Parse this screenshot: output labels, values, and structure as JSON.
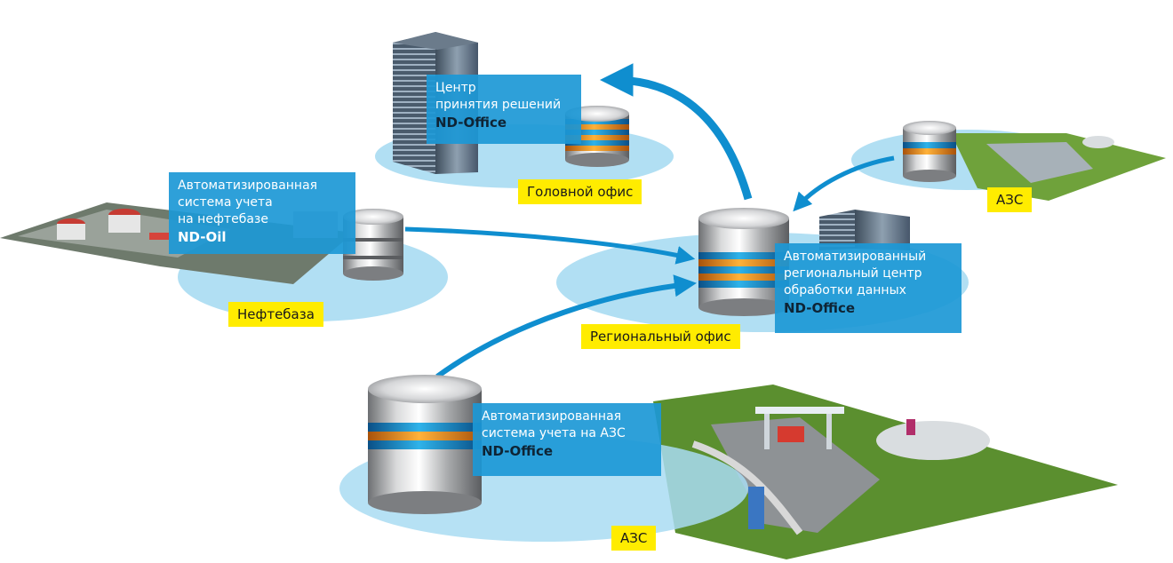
{
  "colors": {
    "arrow": "#0f8ecf",
    "infobox": "#1c98d6",
    "tag": "#ffec00",
    "zone": "#a9dcf2",
    "grass": "#5b8f2f"
  },
  "nodes": {
    "head_office": {
      "label_lines": [
        "Центр",
        "принятия решений"
      ],
      "product": "ND-Office",
      "tag": "Головной офис"
    },
    "oil_depot": {
      "label_lines": [
        "Автоматизированная",
        "система учета",
        "на нефтебазе"
      ],
      "product": "ND-Oil",
      "tag": "Нефтебаза"
    },
    "regional_office": {
      "label_lines": [
        "Автоматизированный",
        "региональный центр",
        "обработки данных"
      ],
      "product": "ND-Office",
      "tag": "Региональный офис"
    },
    "gas_station_top": {
      "tag": "АЗС"
    },
    "gas_station_main": {
      "label_lines": [
        "Автоматизированная",
        "система учета на АЗС"
      ],
      "product": "ND-Office",
      "tag": "АЗС"
    }
  }
}
